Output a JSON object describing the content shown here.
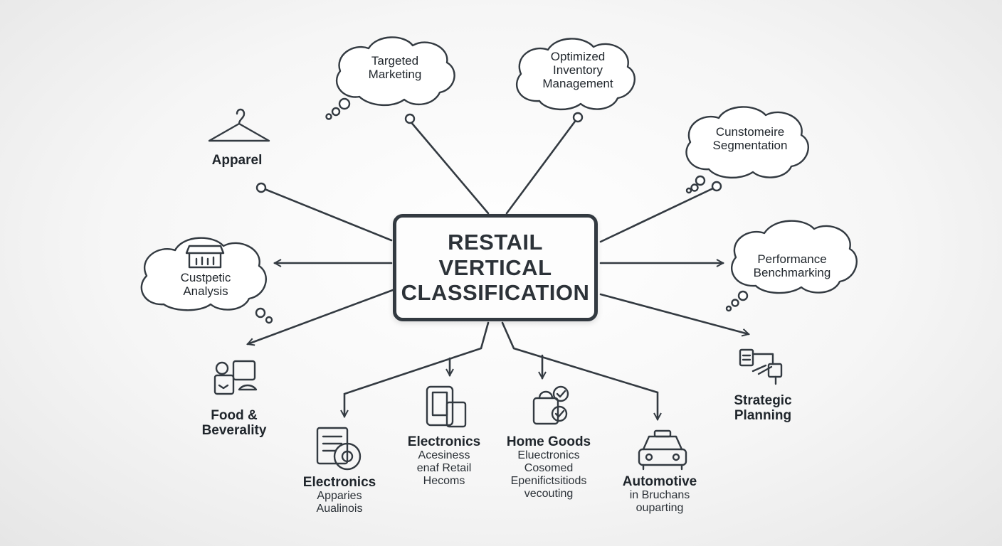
{
  "center": {
    "line1": "RESTAIL",
    "line2": "VERTICAL",
    "line3": "CLASSIFICATION"
  },
  "clouds": {
    "targeted_marketing": {
      "line1": "Targeted",
      "line2": "Marketing"
    },
    "optimized_inventory": {
      "line1": "Optimized",
      "line2": "Inventory",
      "line3": "Management"
    },
    "customer_segmentation": {
      "line1": "Cunstomeire",
      "line2": "Segmentation"
    },
    "performance_benchmarking": {
      "line1": "Performance",
      "line2": "Benchmarking"
    },
    "custpetic_analysis": {
      "line1": "Custpetic",
      "line2": "Analysis"
    }
  },
  "nodes": {
    "apparel": {
      "title": "Apparel"
    },
    "food_beverage": {
      "line1": "Food &",
      "line2": "Beverality"
    },
    "electronics_left": {
      "title": "Electronics",
      "sub1": "Apparies",
      "sub2": "Aualinois"
    },
    "electronics_center": {
      "title": "Electronics",
      "sub1": "Acesiness",
      "sub2": "enaf  Retail",
      "sub3": "Hecoms"
    },
    "home_goods": {
      "title": "Home Goods",
      "sub1": "Eluectronics",
      "sub2": "Cosomed",
      "sub3": "Epenifictsitiods",
      "sub4": "vecouting"
    },
    "automotive": {
      "title": "Automotive",
      "sub1": "in Bruchans",
      "sub2": "ouparting"
    },
    "strategic_planning": {
      "line1": "Strategic",
      "line2": "Planning"
    }
  },
  "icons": [
    "hanger-icon",
    "storefront-icon",
    "food-tray-icon",
    "document-gear-icon",
    "mobile-devices-icon",
    "shopping-bag-icon",
    "car-icon",
    "strategy-flow-icon"
  ],
  "colors": {
    "stroke": "#333a41",
    "text": "#1f252b",
    "background": "#f6f6f6"
  }
}
